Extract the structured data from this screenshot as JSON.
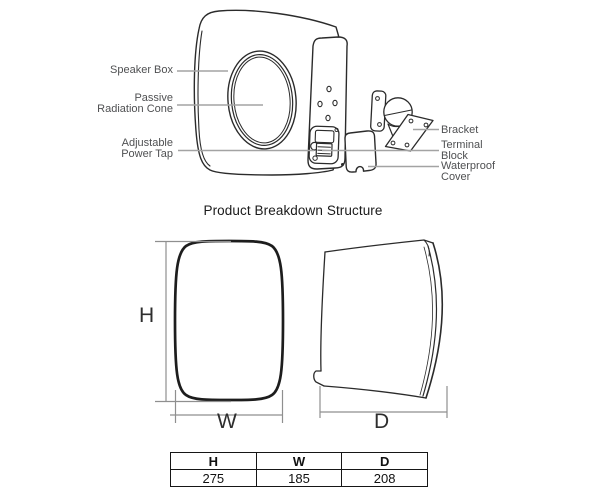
{
  "caption": "Product Breakdown Structure",
  "exploded_view": {
    "labels": {
      "speaker_box": "Speaker Box",
      "passive_radiation_cone": "Passive\nRadiation Cone",
      "adjustable_power_tap": "Adjustable\nPower Tap",
      "bracket": "Bracket",
      "terminal_block": "Terminal\nBlock",
      "waterproof_cover": "Waterproof\nCover"
    }
  },
  "dimension_views": {
    "height_label": "H",
    "width_label": "W",
    "depth_label": "D"
  },
  "dimensions_table": {
    "headers": [
      "H",
      "W",
      "D"
    ],
    "values": [
      "275",
      "185",
      "208"
    ]
  },
  "colors": {
    "sketch_line": "#2b2b2b",
    "thick_outline": "#1d1d1d",
    "leader_line": "#a3a3a3",
    "dimension_line": "#8f8f8f",
    "label_text": "#4f5052",
    "body_text": "#1a1a1a",
    "table_border": "#161616",
    "background": "#ffffff"
  }
}
